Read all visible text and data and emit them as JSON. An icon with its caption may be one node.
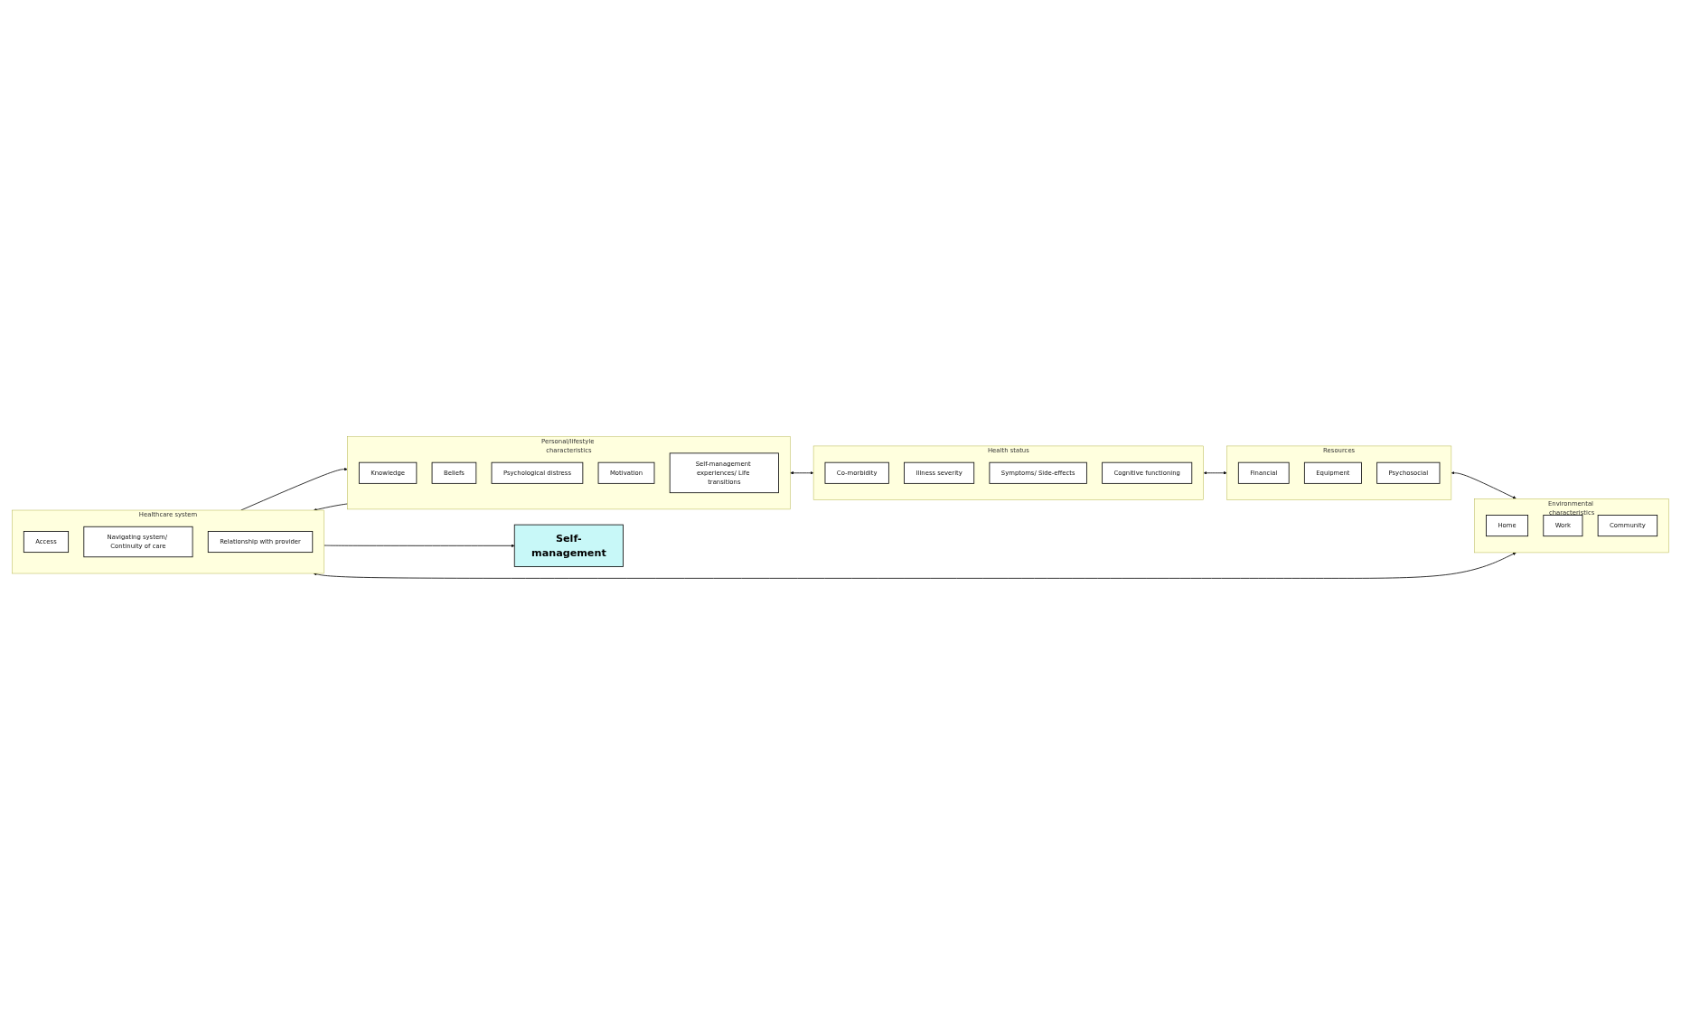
{
  "diagram": {
    "nodes": [
      {
        "text": [
          "Personal/lifestyle characteristics"
        ]
      },
      {
        "text": [
          "Knowledge"
        ],
        "in": 0
      },
      {
        "text": [
          "Beliefs"
        ],
        "in": 0
      },
      {
        "text": [
          "Psychological distress"
        ],
        "in": 0
      },
      {
        "text": [
          "Motivation"
        ],
        "in": 0
      },
      {
        "text": [
          "Self-management experiences/ Life transitions"
        ],
        "in": 0
      },
      {
        "text": [
          "Health status"
        ]
      },
      {
        "text": [
          "Co-morbidity"
        ],
        "in": 6
      },
      {
        "text": [
          "Illness severity"
        ],
        "in": 6
      },
      {
        "text": [
          "Symptoms/ Side-effects"
        ],
        "in": 6
      },
      {
        "text": [
          "Cognitive functioning"
        ],
        "in": 6
      },
      {
        "text": [
          "Resources"
        ]
      },
      {
        "text": [
          "Financial"
        ],
        "in": 11
      },
      {
        "text": [
          "Equipment"
        ],
        "in": 11
      },
      {
        "text": [
          "Psychosocial"
        ],
        "in": 11
      },
      {
        "text": [
          "Environmental characteristics"
        ]
      },
      {
        "text": [
          "Home"
        ],
        "in": 15
      },
      {
        "text": [
          "Work"
        ],
        "in": 15
      },
      {
        "text": [
          "Community"
        ],
        "in": 15
      },
      {
        "text": [
          "Healthcare system"
        ]
      },
      {
        "text": [
          "Access"
        ],
        "in": 19
      },
      {
        "text": [
          "Navigating system/ Continuity of care"
        ],
        "in": 19
      },
      {
        "text": [
          "Relationship with provider"
        ],
        "in": 19
      },
      {
        "text": [
          "Self-management"
        ]
      }
    ],
    "edges": [
      {
        "from": 0,
        "to": 19,
        "arrow": "to"
      },
      {
        "from": 0,
        "to": 6,
        "arrow": "both"
      },
      {
        "from": 6,
        "to": 11,
        "arrow": "both"
      },
      {
        "from": 11,
        "to": 15,
        "arrow": "both"
      },
      {
        "from": 15,
        "to": 19,
        "arrow": "both"
      },
      {
        "from": 19,
        "to": 0,
        "arrow": "to"
      },
      {
        "from": 19,
        "to": 23,
        "arrow": "to"
      }
    ]
  }
}
